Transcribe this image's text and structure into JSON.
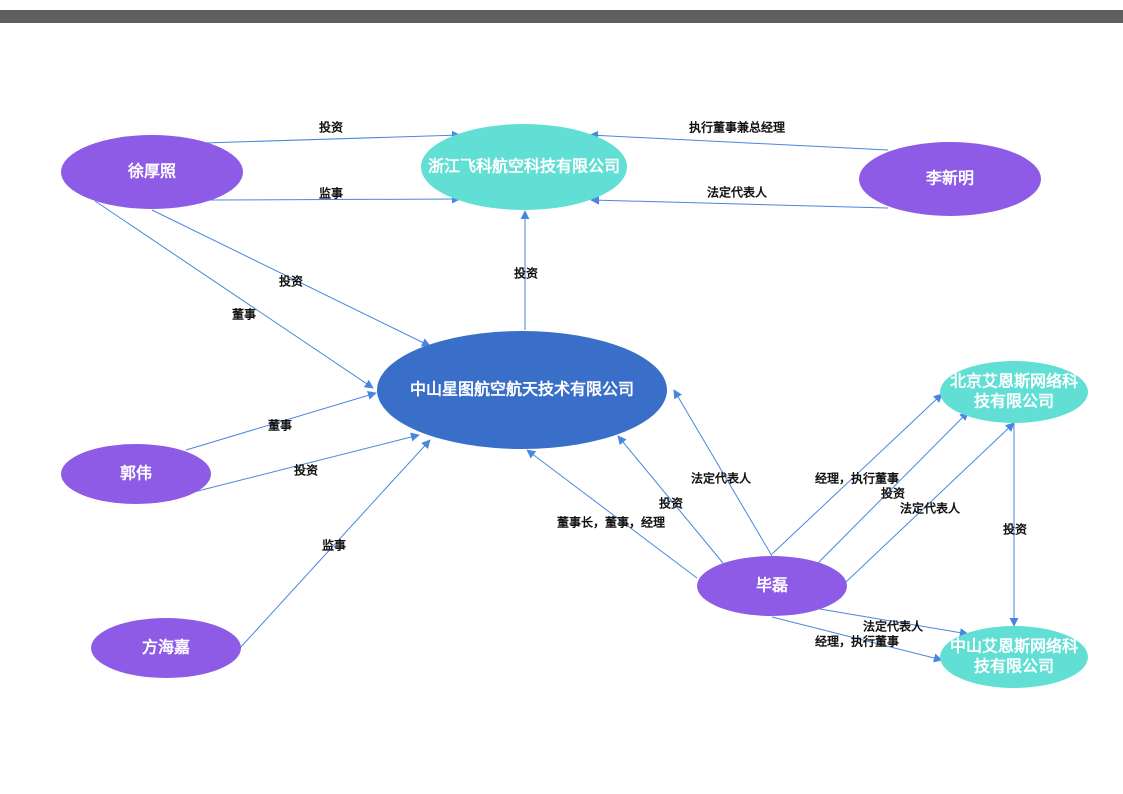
{
  "colors": {
    "person": "#8e5be6",
    "company": "#62dfd5",
    "center": "#3a6fc9",
    "edge": "#4a86e0",
    "topbar": "#5f5f5f"
  },
  "nodes": {
    "xu": {
      "label": "徐厚照",
      "kind": "person"
    },
    "li": {
      "label": "李新明",
      "kind": "person"
    },
    "guo": {
      "label": "郭伟",
      "kind": "person"
    },
    "fang": {
      "label": "方海嘉",
      "kind": "person"
    },
    "bi": {
      "label": "毕磊",
      "kind": "person"
    },
    "zjfk": {
      "label": "浙江飞科航空科技有限公司",
      "kind": "company"
    },
    "center": {
      "label": "中山星图航空航天技术有限公司",
      "kind": "center"
    },
    "bjes": {
      "label": [
        "北京艾恩斯网络科",
        "技有限公司"
      ],
      "kind": "company"
    },
    "zses": {
      "label": [
        "中山艾恩斯网络科",
        "技有限公司"
      ],
      "kind": "company"
    }
  },
  "edges": [
    {
      "from": "xu",
      "to": "zjfk",
      "label": "投资"
    },
    {
      "from": "xu",
      "to": "zjfk",
      "label": "监事"
    },
    {
      "from": "li",
      "to": "zjfk",
      "label": "执行董事兼总经理"
    },
    {
      "from": "li",
      "to": "zjfk",
      "label": "法定代表人"
    },
    {
      "from": "center",
      "to": "zjfk",
      "label": "投资"
    },
    {
      "from": "xu",
      "to": "center",
      "label": "投资"
    },
    {
      "from": "xu",
      "to": "center",
      "label": "董事"
    },
    {
      "from": "guo",
      "to": "center",
      "label": "董事"
    },
    {
      "from": "guo",
      "to": "center",
      "label": "投资"
    },
    {
      "from": "fang",
      "to": "center",
      "label": "监事"
    },
    {
      "from": "bi",
      "to": "center",
      "label": "法定代表人"
    },
    {
      "from": "bi",
      "to": "center",
      "label": "投资"
    },
    {
      "from": "bi",
      "to": "center",
      "label": "董事长，董事，经理"
    },
    {
      "from": "bi",
      "to": "bjes",
      "label": "经理，执行董事"
    },
    {
      "from": "bi",
      "to": "bjes",
      "label": "投资"
    },
    {
      "from": "bi",
      "to": "bjes",
      "label": "法定代表人"
    },
    {
      "from": "bjes",
      "to": "zses",
      "label": "投资"
    },
    {
      "from": "bi",
      "to": "zses",
      "label": "法定代表人"
    },
    {
      "from": "bi",
      "to": "zses",
      "label": "经理，执行董事"
    }
  ]
}
